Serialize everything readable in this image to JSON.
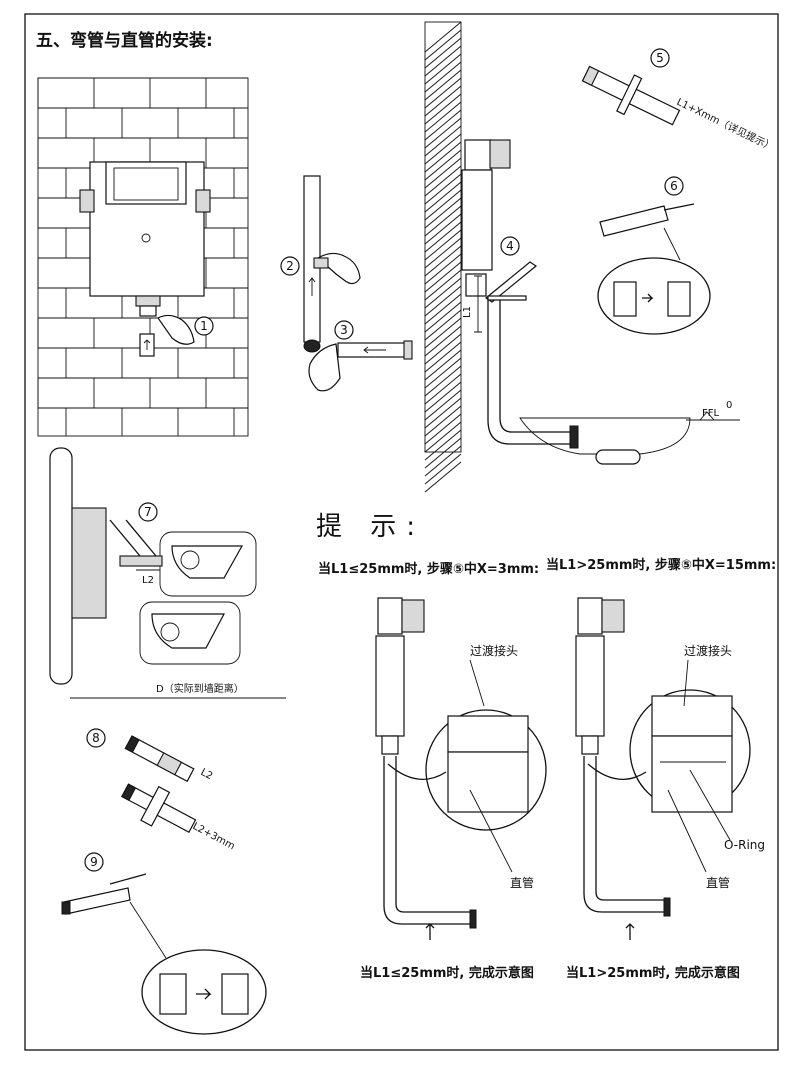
{
  "section_title": "五、弯管与直管的安装:",
  "tips": {
    "heading": "提  示:",
    "left_condition": "当L1≤25mm时, 步骤⑤中X=3mm:",
    "right_condition": "当L1>25mm时, 步骤⑤中X=15mm:",
    "left_caption": "当L1≤25mm时, 完成示意图",
    "right_caption": "当L1>25mm时, 完成示意图",
    "adapter_label_left": "过渡接头",
    "adapter_label_right": "过渡接头",
    "pipe_label_left": "直管",
    "pipe_label_right": "直管",
    "oring_label": "O-Ring"
  },
  "steps": [
    "1",
    "2",
    "3",
    "4",
    "5",
    "6",
    "7",
    "8",
    "9"
  ],
  "dimensions": {
    "l1": "L1",
    "l2": "L2",
    "l1_plus_x": "L1+Xmm（详见提示）",
    "l2_plus_3": "L2+3mm",
    "d_label": "D（实际到墙距离）",
    "ffl": "FFL",
    "ffl_zero": "0"
  }
}
